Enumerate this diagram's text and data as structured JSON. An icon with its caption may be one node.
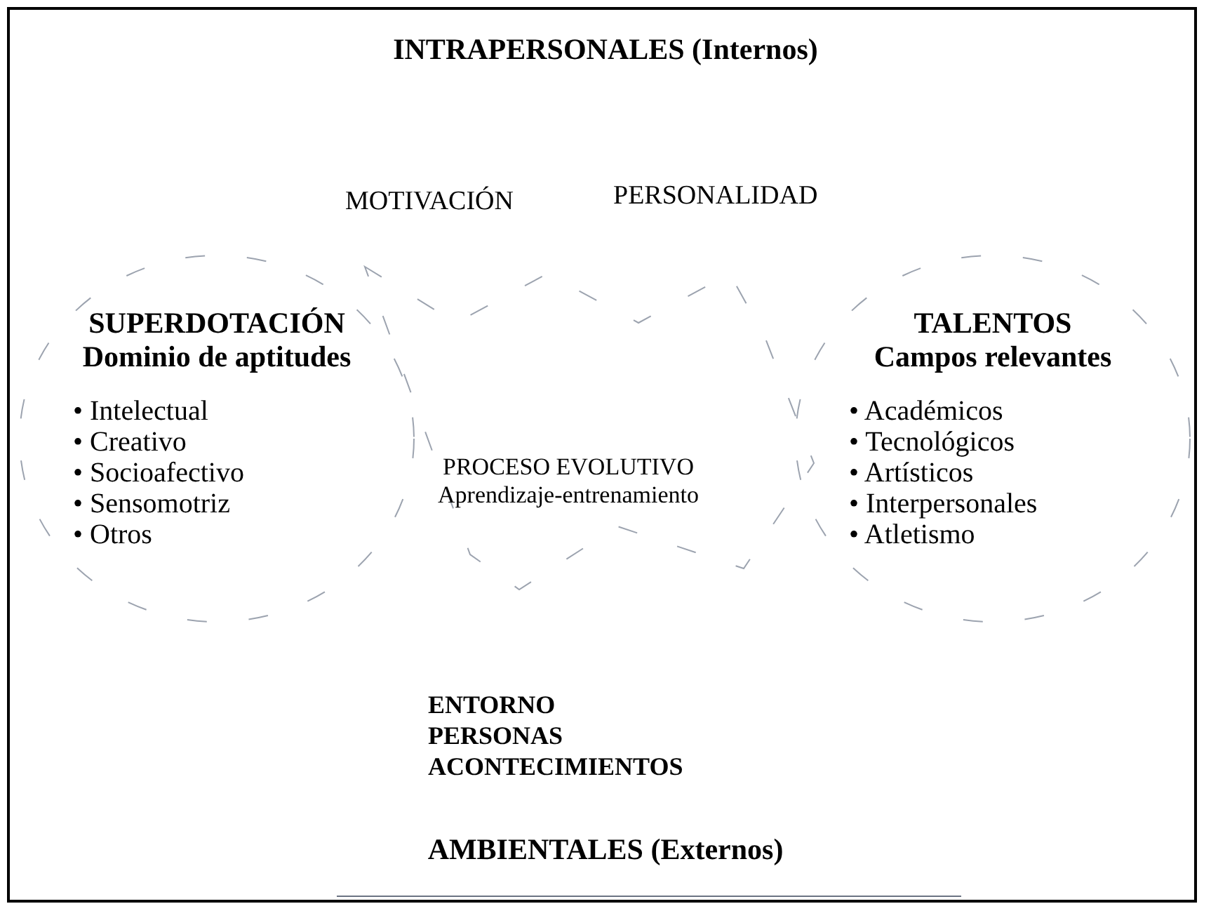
{
  "diagram": {
    "nodes": [
      {
        "text": [
          "SUPERDOTACIÓN",
          "Dominio de aptitudes",
          "• Intelectual",
          "• Creativo",
          "• Socioafectivo",
          "• Sensomotriz",
          "• Otros"
        ]
      },
      {
        "text": [
          "PROCESO EVOLUTIVO",
          "Aprendizaje-entrenamiento"
        ]
      },
      {
        "text": [
          "TALENTOS",
          "Campos relevantes",
          "• Académicos",
          "• Tecnológicos",
          "• Artísticos",
          "• Interpersonales",
          "• Atletismo"
        ]
      }
    ],
    "labels": [
      "INTRAPERSONALES (Internos)",
      "MOTIVACIÓN",
      "PERSONALIDAD",
      "ENTORNO",
      "PERSONAS",
      "ACONTECIMIENTOS",
      "AMBIENTALES (Externos)"
    ]
  }
}
